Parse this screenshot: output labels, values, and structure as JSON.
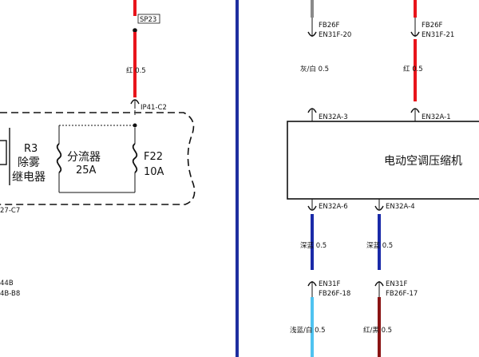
{
  "left": {
    "splice_label": "SP23",
    "wire_top": "红  0.5",
    "connector_top": "IP41-C2",
    "relay_id": "R3",
    "relay_name_1": "除雾",
    "relay_name_2": "继电器",
    "shunt_name": "分流器",
    "shunt_rating": "25A",
    "fuse_id": "F22",
    "fuse_rating": "10A",
    "frag_c7": "27-C7",
    "frag_44b": "44B",
    "frag_4bb8": "4B-B8"
  },
  "right": {
    "col1": {
      "top_conn_a": "FB26F",
      "top_conn_b": "EN31F-20",
      "top_wire": "灰/白  0.5",
      "module_pin_top": "EN32A-3",
      "module_pin_bottom": "EN32A-6",
      "mid_wire": "深蓝  0.5",
      "bot_conn_a": "EN31F",
      "bot_conn_b": "FB26F-18",
      "bot_wire": "浅蓝/白  0.5"
    },
    "col2": {
      "top_conn_a": "FB26F",
      "top_conn_b": "EN31F-21",
      "top_wire": "红  0.5",
      "module_pin_top": "EN32A-1",
      "module_pin_bottom": "EN32A-4",
      "mid_wire": "深蓝  0.5",
      "bot_conn_a": "EN31F",
      "bot_conn_b": "FB26F-17",
      "bot_wire": "红/黑  0.5"
    },
    "module_name": "电动空调压缩机"
  },
  "colors": {
    "red": "#e8141b",
    "gray": "#8a8a8a",
    "dark_blue": "#1a2aa8",
    "light_blue": "#4fc3f0",
    "maroon": "#8a1414",
    "divider": "#1e2ea0"
  }
}
